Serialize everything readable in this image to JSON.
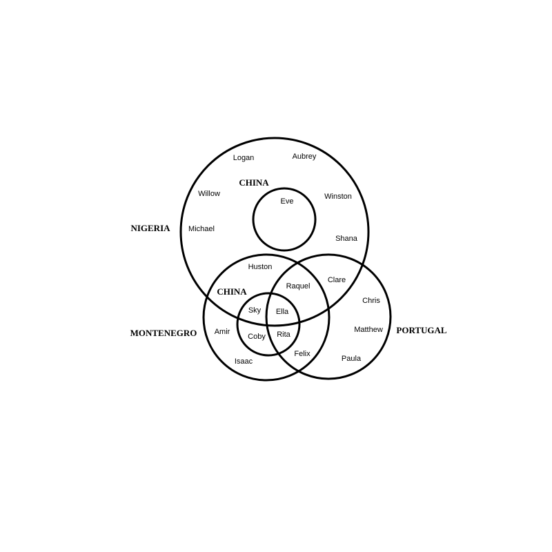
{
  "diagram": {
    "type": "venn",
    "sets": [
      {
        "id": "nigeria",
        "label": "NIGERIA"
      },
      {
        "id": "china-top",
        "label": "CHINA"
      },
      {
        "id": "montenegro",
        "label": "MONTENEGRO"
      },
      {
        "id": "china-bottom",
        "label": "CHINA"
      },
      {
        "id": "portugal",
        "label": "PORTUGAL"
      }
    ],
    "members": [
      {
        "name": "Logan",
        "sets": [
          "nigeria"
        ]
      },
      {
        "name": "Aubrey",
        "sets": [
          "nigeria"
        ]
      },
      {
        "name": "Willow",
        "sets": [
          "nigeria"
        ]
      },
      {
        "name": "Winston",
        "sets": [
          "nigeria"
        ]
      },
      {
        "name": "Michael",
        "sets": [
          "nigeria"
        ]
      },
      {
        "name": "Shana",
        "sets": [
          "nigeria"
        ]
      },
      {
        "name": "Eve",
        "sets": [
          "nigeria",
          "china-top"
        ]
      },
      {
        "name": "Huston",
        "sets": [
          "nigeria",
          "montenegro"
        ]
      },
      {
        "name": "Raquel",
        "sets": [
          "nigeria",
          "montenegro",
          "portugal"
        ]
      },
      {
        "name": "Clare",
        "sets": [
          "nigeria",
          "portugal"
        ]
      },
      {
        "name": "Sky",
        "sets": [
          "nigeria",
          "montenegro",
          "china-bottom"
        ]
      },
      {
        "name": "Ella",
        "sets": [
          "nigeria",
          "montenegro",
          "china-bottom",
          "portugal"
        ]
      },
      {
        "name": "Amir",
        "sets": [
          "montenegro"
        ]
      },
      {
        "name": "Coby",
        "sets": [
          "montenegro",
          "china-bottom"
        ]
      },
      {
        "name": "Rita",
        "sets": [
          "montenegro",
          "china-bottom",
          "portugal"
        ]
      },
      {
        "name": "Isaac",
        "sets": [
          "montenegro"
        ]
      },
      {
        "name": "Felix",
        "sets": [
          "montenegro",
          "portugal"
        ]
      },
      {
        "name": "Chris",
        "sets": [
          "portugal"
        ]
      },
      {
        "name": "Matthew",
        "sets": [
          "portugal"
        ]
      },
      {
        "name": "Paula",
        "sets": [
          "portugal"
        ]
      }
    ]
  }
}
